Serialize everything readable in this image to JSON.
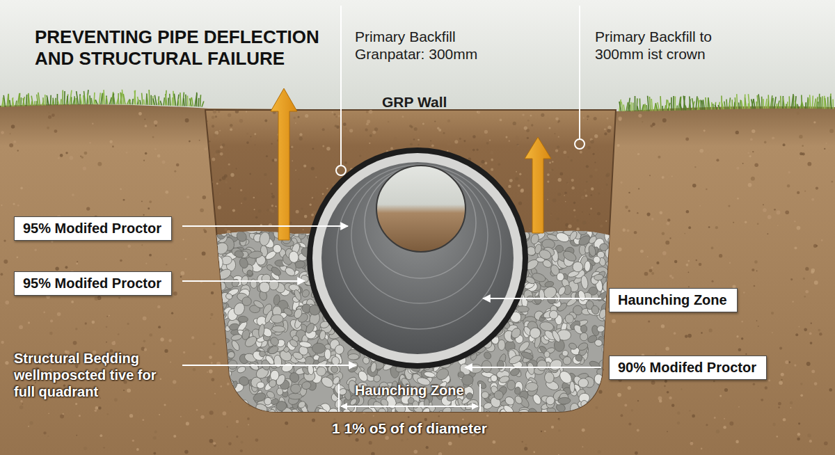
{
  "diagram": {
    "title": "PREVENTING PIPE DEFLECTION AND STRUCTURAL FAILURE",
    "nodes": [
      {
        "text": [
          "95% Modifed Proctor"
        ]
      },
      {
        "text": [
          "95% Modifed Proctor"
        ]
      },
      {
        "text": [
          "Haunching Zone"
        ]
      },
      {
        "text": [
          "90% Modifed Proctor"
        ]
      }
    ],
    "labels": [
      "Primary Backfill Granpatar: 300mm",
      "Primary Backfill to 300mm ist crown",
      "GRP Wall",
      "Structural Beḑding wellmposcted tive for full quadrant",
      "Haunching Zone",
      "1 1% o5 of of diameter"
    ]
  }
}
